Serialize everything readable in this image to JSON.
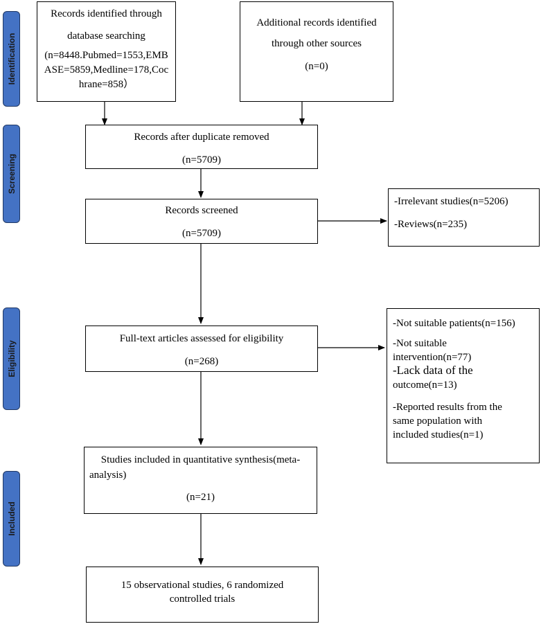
{
  "phases": {
    "identification": "Identification",
    "screening": "Screening",
    "eligibility": "Eligibility",
    "included": "Included"
  },
  "boxes": {
    "database_search": {
      "lines": [
        "Records identified through",
        "database searching",
        "(n=8448.Pubmed=1553,EMB",
        "ASE=5859,Medline=178,Coc",
        "hrane=858）"
      ]
    },
    "other_sources": {
      "lines": [
        "Additional records identified",
        "through other sources",
        "(n=0)"
      ]
    },
    "duplicates_removed": {
      "lines": [
        "Records after duplicate removed",
        "(n=5709)"
      ]
    },
    "screened": {
      "lines": [
        "Records screened",
        "(n=5709)"
      ]
    },
    "screen_excluded": {
      "lines": [
        "-Irrelevant studies(n=5206)",
        "-Reviews(n=235)"
      ]
    },
    "fulltext": {
      "lines": [
        "Full-text articles assessed for eligibility",
        "(n=268)"
      ]
    },
    "fulltext_excluded": {
      "lines": [
        "-Not suitable patients(n=156)",
        "-Not suitable",
        "intervention(n=77)",
        "-Lack data of the",
        "outcome(n=13)",
        "-Reported results from the",
        "same population with",
        "included studies(n=1)"
      ]
    },
    "quantitative": {
      "lines": [
        "Studies included in quantitative synthesis(meta-",
        "analysis)",
        "(n=21)"
      ]
    },
    "final": {
      "lines": [
        "15 observational studies, 6 randomized",
        "controlled trials"
      ]
    }
  },
  "colors": {
    "phase_fill": "#4472c4",
    "phase_border": "#203864",
    "line": "#000000"
  }
}
